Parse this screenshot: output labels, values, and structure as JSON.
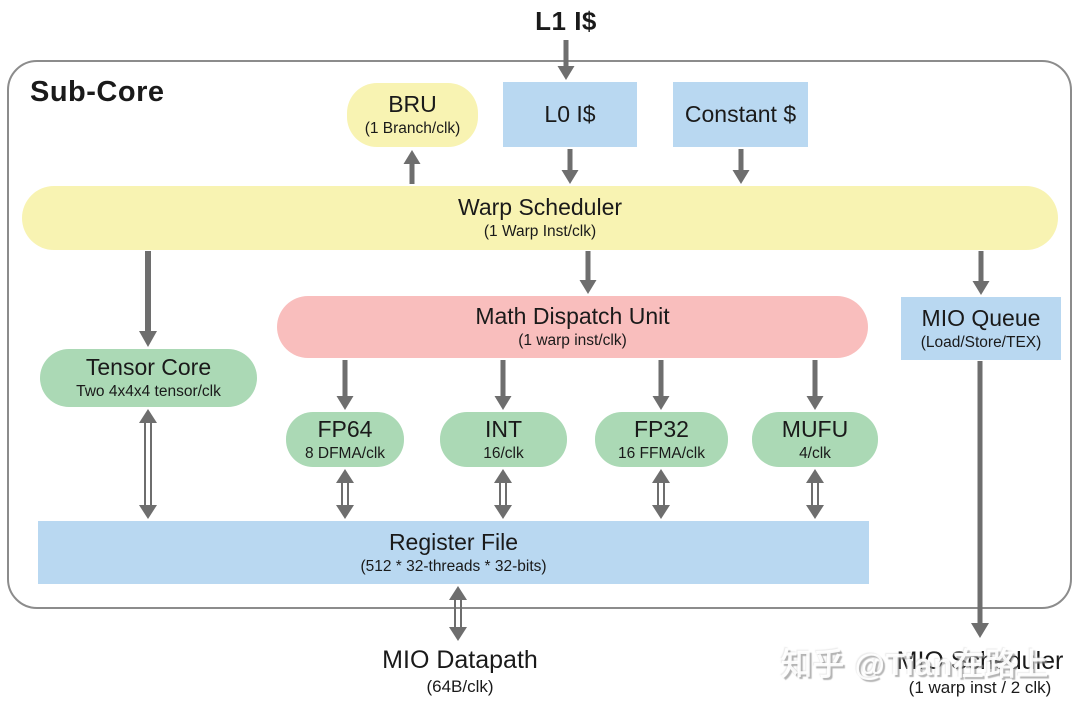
{
  "colors": {
    "yellow": "#F8F3B2",
    "blue": "#B9D8F1",
    "pink": "#F9BEBD",
    "green": "#ABD9B5",
    "arrow": "#6E6E6E",
    "border": "#8C8C8C",
    "text": "#1A1A1A"
  },
  "labels": {
    "l1_icache": "L1 I$",
    "sub_core": "Sub-Core",
    "mio_datapath": {
      "title": "MIO Datapath",
      "subtitle": "(64B/clk)"
    },
    "mio_scheduler": {
      "title": "MIO Scheduler",
      "subtitle": "(1 warp inst / 2 clk)"
    }
  },
  "nodes": {
    "bru": {
      "title": "BRU",
      "subtitle": "(1 Branch/clk)"
    },
    "l0_icache": {
      "title": "L0 I$"
    },
    "constant_cache": {
      "title": "Constant $"
    },
    "warp_scheduler": {
      "title": "Warp Scheduler",
      "subtitle": "(1 Warp Inst/clk)"
    },
    "math_dispatch_unit": {
      "title": "Math Dispatch Unit",
      "subtitle": "(1 warp inst/clk)"
    },
    "mio_queue": {
      "title": "MIO Queue",
      "subtitle": "(Load/Store/TEX)"
    },
    "tensor_core": {
      "title": "Tensor Core",
      "subtitle": "Two 4x4x4 tensor/clk"
    },
    "fp64": {
      "title": "FP64",
      "subtitle": "8 DFMA/clk"
    },
    "int": {
      "title": "INT",
      "subtitle": "16/clk"
    },
    "fp32": {
      "title": "FP32",
      "subtitle": "16 FFMA/clk"
    },
    "mufu": {
      "title": "MUFU",
      "subtitle": "4/clk"
    },
    "register_file": {
      "title": "Register File",
      "subtitle": "(512 * 32-threads * 32-bits)"
    }
  },
  "watermark": "知乎 @Tian在路上"
}
